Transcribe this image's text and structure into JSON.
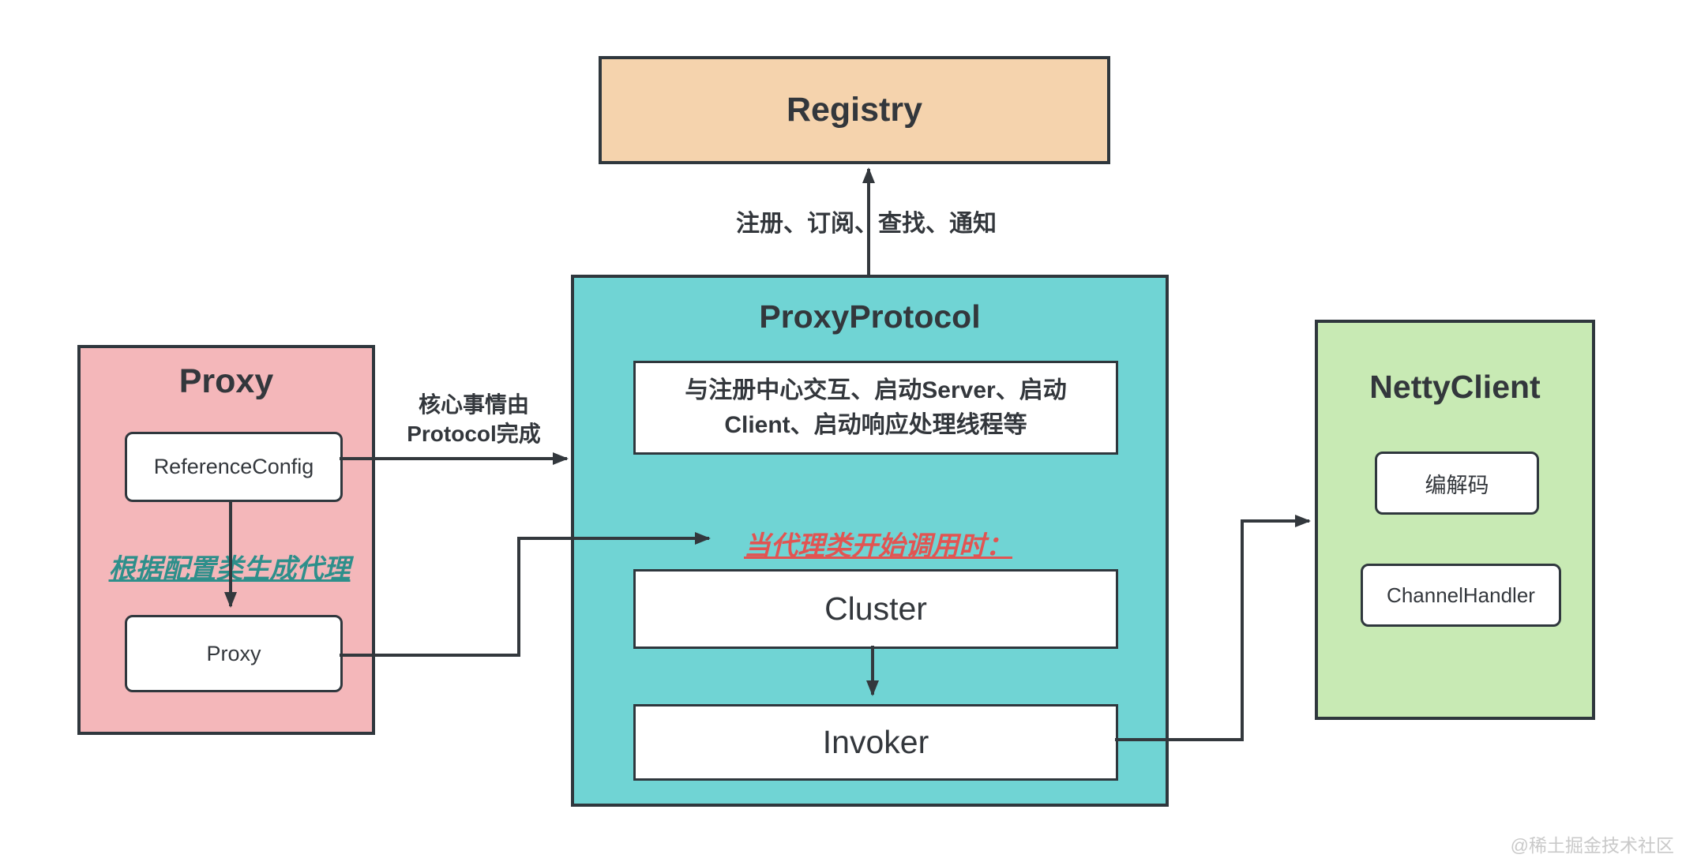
{
  "colors": {
    "registry_fill": "#F5D3AD",
    "protocol_fill": "#70D4D4",
    "proxy_fill": "#F4B7BA",
    "netty_fill": "#C8EAB4",
    "box_border": "#2F373D",
    "text_dark": "#33373C",
    "note_red": "#E25452",
    "note_teal": "#2E8F8B",
    "watermark_gray": "#C9C9C9"
  },
  "registry": {
    "title": "Registry"
  },
  "registry_link_label": "注册、订阅、查找、通知",
  "proxy_protocol": {
    "title": "ProxyProtocol",
    "desc_line1": "与注册中心交互、启动Server、启动",
    "desc_line2": "Client、启动响应处理线程等",
    "invoke_note": "当代理类开始调用时：",
    "cluster_label": "Cluster",
    "invoker_label": "Invoker"
  },
  "protocol_link_label_line1": "核心事情由",
  "protocol_link_label_line2": "Protocol完成",
  "proxy": {
    "title": "Proxy",
    "reference_config_label": "ReferenceConfig",
    "generate_note": "根据配置类生成代理",
    "proxy_label": "Proxy"
  },
  "netty_client": {
    "title": "NettyClient",
    "codec_label": "编解码",
    "channel_handler_label": "ChannelHandler"
  },
  "watermark": "@稀土掘金技术社区"
}
